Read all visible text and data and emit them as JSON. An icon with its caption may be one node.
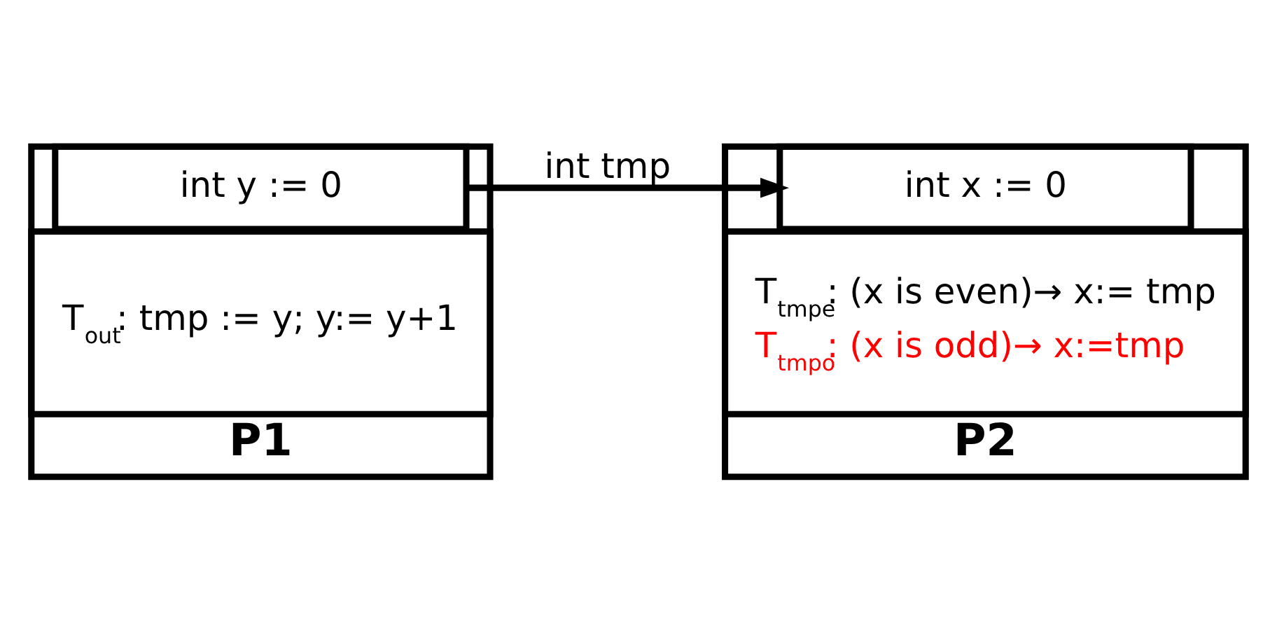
{
  "diagram": {
    "nodes": [
      {
        "text": [
          "P1"
        ]
      },
      {
        "text": [
          "int y := 0"
        ],
        "in": 0
      },
      {
        "text": [
          "T$_{out}$: tmp := y; y:= y+1"
        ],
        "in": 0
      },
      {
        "text": [
          "P2"
        ]
      },
      {
        "text": [
          "int x := 0"
        ],
        "in": 3
      },
      {
        "text": [
          "T$_{tmpe}$: (x is even)→ x:= tmp",
          "T$_{tmpo}$: (x is odd)→ x:=tmp"
        ],
        "in": 3
      }
    ],
    "edges": [
      {
        "from": 1,
        "to": 4,
        "arrow": "to",
        "label": "int tmp"
      }
    ]
  }
}
